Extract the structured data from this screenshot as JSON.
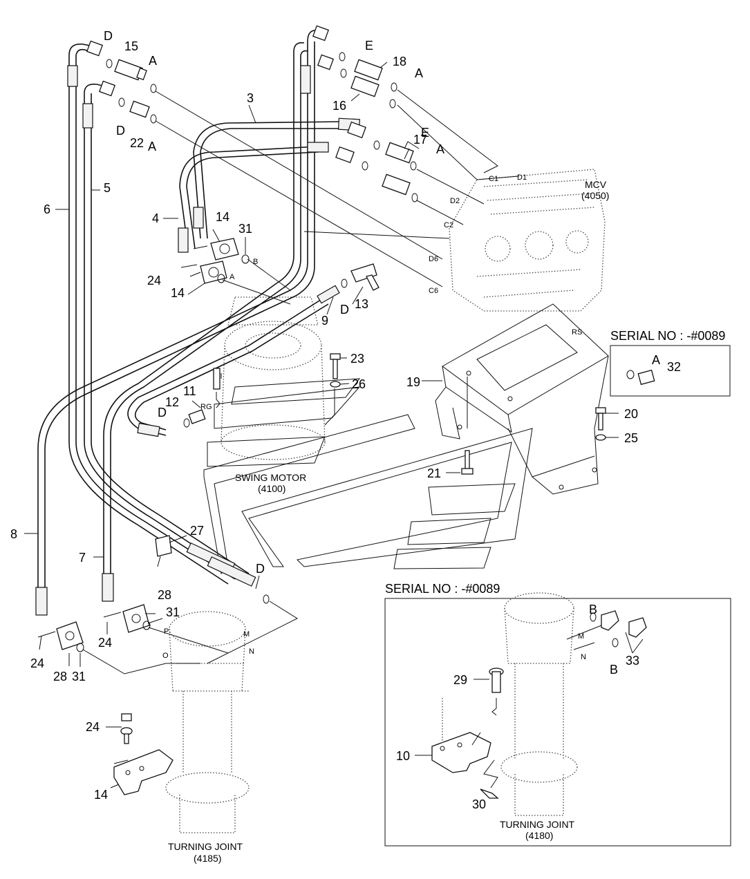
{
  "diagram": {
    "callouts": {
      "n3": "3",
      "n4": "4",
      "n5": "5",
      "n6": "6",
      "n7": "7",
      "n8": "8",
      "n9": "9",
      "n10": "10",
      "n11": "11",
      "n12": "12",
      "n13": "13",
      "n14a": "14",
      "n14b": "14",
      "n14c": "14",
      "n15": "15",
      "n16": "16",
      "n17": "17",
      "n18": "18",
      "n19": "19",
      "n20": "20",
      "n21": "21",
      "n22": "22",
      "n23": "23",
      "n24a": "24",
      "n24b": "24",
      "n24c": "24",
      "n24d": "24",
      "n25": "25",
      "n26": "26",
      "n27": "27",
      "n28a": "28",
      "n28b": "28",
      "n29": "29",
      "n30": "30",
      "n31a": "31",
      "n31b": "31",
      "n31c": "31",
      "n32": "32",
      "n33": "33"
    },
    "letters": {
      "A1": "A",
      "A2": "A",
      "A3": "A",
      "A4": "A",
      "A5": "A",
      "D1": "D",
      "D2": "D",
      "D3": "D",
      "D4": "D",
      "D5": "D",
      "E1": "E",
      "E2": "E",
      "B1": "B",
      "B2": "B"
    },
    "port_labels": {
      "C1": "C1",
      "D1": "D1",
      "D2": "D2",
      "C2": "C2",
      "D6": "D6",
      "C6": "C6",
      "RS": "RS",
      "RG": "RG",
      "B": "B",
      "A": "A",
      "P": "P",
      "M": "M",
      "N": "N",
      "O": "O",
      "M2": "M",
      "N2": "N"
    },
    "components": {
      "mcv_name": "MCV",
      "mcv_code": "(4050)",
      "swing_motor_name": "SWING MOTOR",
      "swing_motor_code": "(4100)",
      "turning_joint_main_name": "TURNING JOINT",
      "turning_joint_main_code": "(4185)",
      "turning_joint_inset_name": "TURNING JOINT",
      "turning_joint_inset_code": "(4180)"
    },
    "inset_top_title": "SERIAL NO : -#0089",
    "inset_bottom_title": "SERIAL NO : -#0089"
  }
}
